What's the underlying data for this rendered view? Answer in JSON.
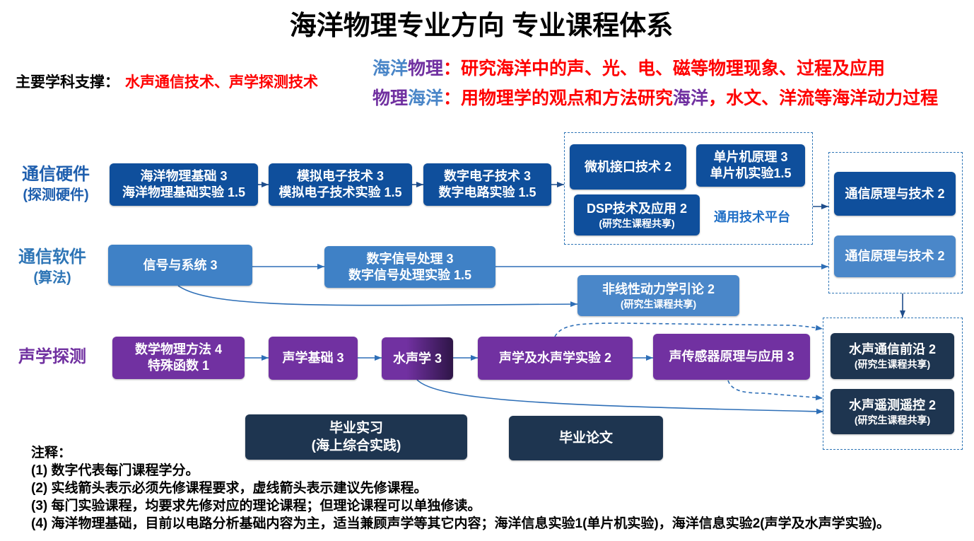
{
  "title": "海洋物理专业方向 专业课程体系",
  "support": {
    "label": "主要学科支撑：",
    "value": "水声通信技术、声学探测技术"
  },
  "definitions": [
    [
      "海洋",
      "物理",
      "：研究海洋中的声、光、电、磁等物理现象、过程及应用"
    ],
    [
      "物理",
      "海洋",
      "：用物理学的观点和方法研究",
      "海洋",
      "，水文、洋流等海洋动力过程"
    ]
  ],
  "hardware": {
    "label": "通信硬件",
    "sublabel": "(探测硬件)",
    "courses": [
      {
        "lines": [
          "海洋物理基础 3",
          "海洋物理基础实验 1.5"
        ]
      },
      {
        "lines": [
          "模拟电子技术 3",
          "模拟电子技术实验 1.5"
        ]
      },
      {
        "lines": [
          "数字电子技术 3",
          "数字电路实验 1.5"
        ]
      }
    ]
  },
  "platform": {
    "label": "通用技术平台",
    "courses": [
      {
        "lines": [
          "微机接口技术 2"
        ]
      },
      {
        "lines": [
          "单片机原理 3",
          "单片机实验1.5"
        ]
      },
      {
        "lines": [
          "DSP技术及应用 2"
        ],
        "note": "(研究生课程共享)"
      }
    ]
  },
  "communication": {
    "courses": [
      {
        "lines": [
          "通信原理与技术 2"
        ]
      },
      {
        "lines": [
          "通信原理与技术 2"
        ]
      }
    ]
  },
  "software": {
    "label": "通信软件",
    "sublabel": "(算法)",
    "courses": [
      {
        "lines": [
          "信号与系统 3"
        ]
      },
      {
        "lines": [
          "数字信号处理 3",
          "数字信号处理实验 1.5"
        ]
      },
      {
        "lines": [
          "非线性动力学引论 2"
        ],
        "note": "(研究生课程共享)"
      }
    ]
  },
  "acoustics": {
    "label": "声学探测",
    "courses": [
      {
        "lines": [
          "数学物理方法 4",
          "特殊函数 1"
        ]
      },
      {
        "lines": [
          "声学基础 3"
        ]
      },
      {
        "lines": [
          "水声学 3"
        ]
      },
      {
        "lines": [
          "声学及水声学实验 2"
        ]
      },
      {
        "lines": [
          "声传感器原理与应用 3"
        ]
      }
    ]
  },
  "underwater": {
    "courses": [
      {
        "lines": [
          "水声通信前沿 2"
        ],
        "note": "(研究生课程共享)"
      },
      {
        "lines": [
          "水声遥测遥控 2"
        ],
        "note": "(研究生课程共享)"
      }
    ]
  },
  "capstone": {
    "courses": [
      {
        "lines": [
          "毕业实习",
          "(海上综合实践)"
        ]
      },
      {
        "lines": [
          "毕业论文"
        ]
      }
    ]
  },
  "notes": {
    "heading": "注释：",
    "items": [
      "(1) 数字代表每门课程学分。",
      "(2) 实线箭头表示必须先修课程要求，虚线箭头表示建议先修课程。",
      "(3) 每门实验课程，均要求先修对应的理论课程；但理论课程可以单独修读。",
      "(4) 海洋物理基础，目前以电路分析基础内容为主，适当兼顾声学等其它内容；海洋信息实验1(单片机实验)，海洋信息实验2(声学及水声学实验)。"
    ]
  },
  "colors": {
    "text": "#000000",
    "red": "#ff0000",
    "blue": "#4a86c8",
    "purple": "#7030a0",
    "hardware_label": "#1f5fae",
    "software_label": "#2e75b6",
    "acoustics_label": "#7030a0",
    "platform_label": "#1f6fc6",
    "hardware_box": "#0f4f9c",
    "software_box": "#3f81c6",
    "light_box": "#4a87c9",
    "acoustics_box": "#7131a1",
    "acoustics_box_dark": "#2e1547",
    "navy_box": "#1e3550",
    "frame": "#2e75b6",
    "arrow_dark": "#1f4e8c",
    "arrow": "#2e6fb7"
  }
}
